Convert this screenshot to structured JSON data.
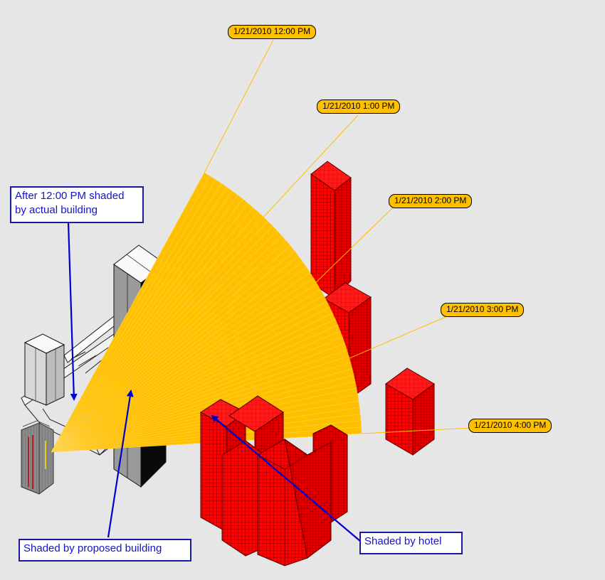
{
  "time_labels": [
    "1/21/2010 12:00 PM",
    "1/21/2010 1:00 PM",
    "1/21/2010 2:00 PM",
    "1/21/2010 3:00 PM",
    "1/21/2010 4:00 PM"
  ],
  "callouts": {
    "actual_building_line1": "After 12:00 PM shaded",
    "actual_building_line2": "by actual building",
    "proposed_building": "Shaded by proposed building",
    "hotel": "Shaded by hotel"
  },
  "colors": {
    "background": "#e6e6e6",
    "sun_fan": "#ffc000",
    "hotel_building": "#ff0000",
    "callout_border": "#1a1aa0",
    "callout_text": "#1414c8",
    "arrow": "#0000cc"
  }
}
